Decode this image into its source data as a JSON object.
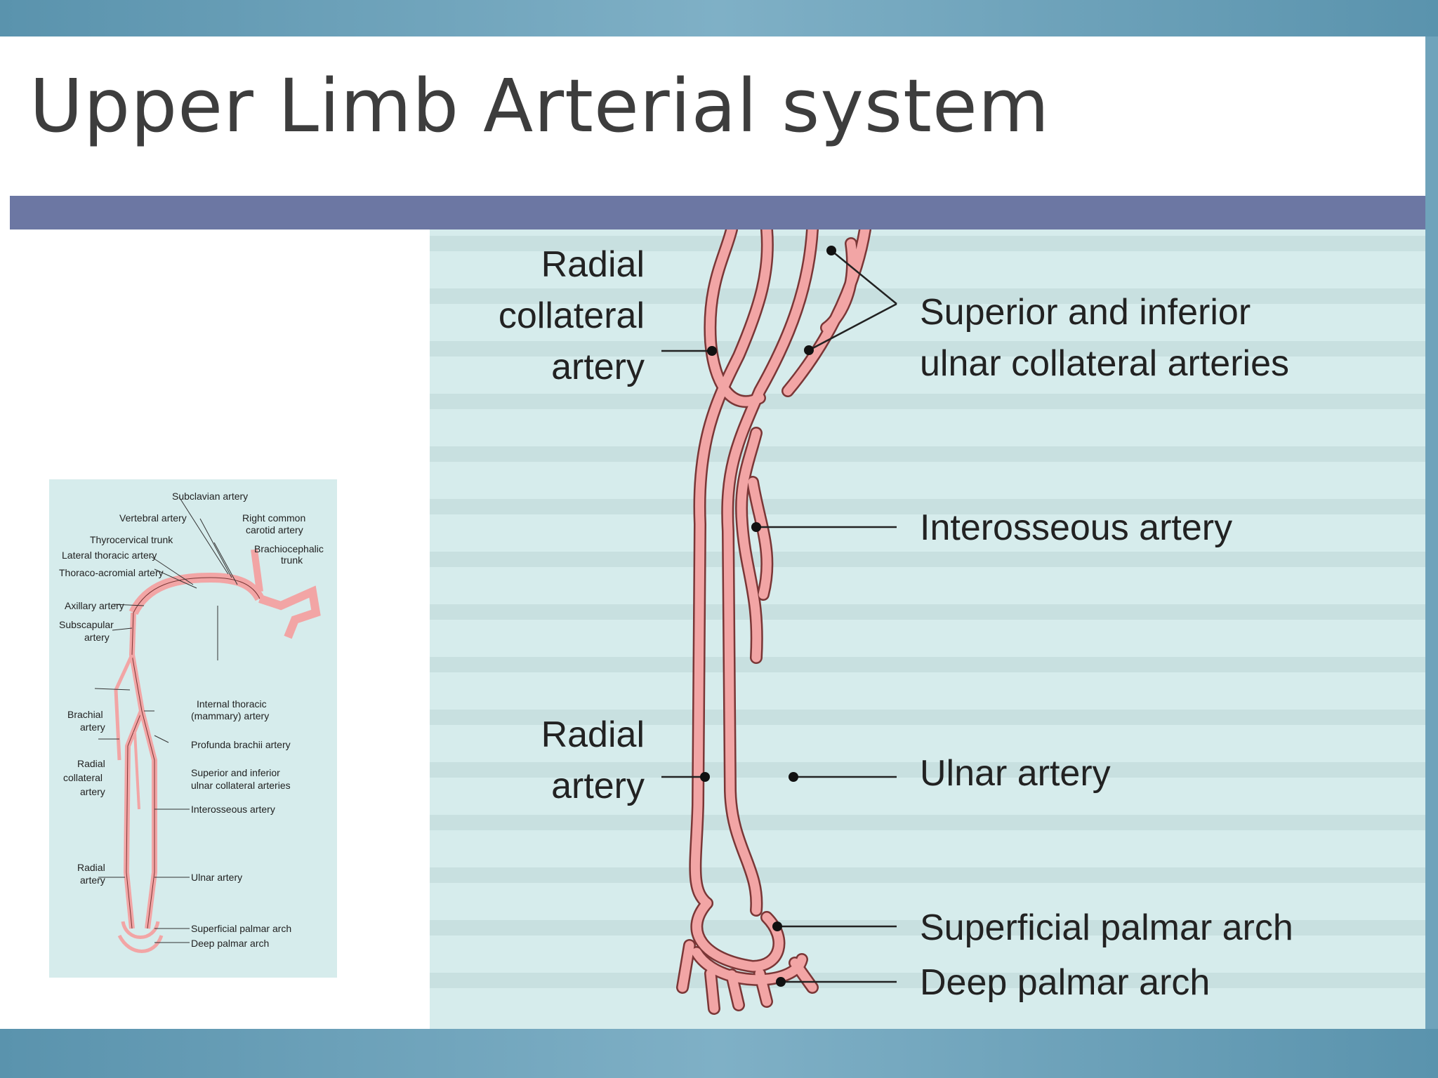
{
  "slide": {
    "title": "Upper Limb Arterial system"
  },
  "small_figure": {
    "labels": {
      "subclavian": "Subclavian artery",
      "vertebral": "Vertebral artery",
      "right_common_carotid_1": "Right common",
      "right_common_carotid_2": "carotid artery",
      "thyrocervical": "Thyrocervical trunk",
      "brachiocephalic_1": "Brachiocephalic",
      "brachiocephalic_2": "trunk",
      "lateral_thoracic": "Lateral thoracic artery",
      "thoraco_acromial": "Thoraco-acromial artery",
      "axillary": "Axillary artery",
      "subscapular_1": "Subscapular",
      "subscapular_2": "artery",
      "internal_thoracic_1": "Internal thoracic",
      "internal_thoracic_2": "(mammary) artery",
      "brachial_1": "Brachial",
      "brachial_2": "artery",
      "profunda": "Profunda brachii artery",
      "radial_collateral_1": "Radial",
      "radial_collateral_2": "collateral",
      "radial_collateral_3": "artery",
      "sup_inf_ulnar_1": "Superior and inferior",
      "sup_inf_ulnar_2": "ulnar collateral arteries",
      "interosseous": "Interosseous artery",
      "radial_1": "Radial",
      "radial_2": "artery",
      "ulnar": "Ulnar artery",
      "superficial_palmar": "Superficial palmar arch",
      "deep_palmar": "Deep palmar arch"
    }
  },
  "large_figure": {
    "labels": {
      "radial_collateral_1": "Radial",
      "radial_collateral_2": "collateral",
      "radial_collateral_3": "artery",
      "sup_inf_ulnar_1": "Superior and inferior",
      "sup_inf_ulnar_2": "ulnar collateral arteries",
      "interosseous": "Interosseous artery",
      "radial_1": "Radial",
      "radial_2": "artery",
      "ulnar": "Ulnar artery",
      "superficial_palmar": "Superficial palmar arch",
      "deep_palmar": "Deep palmar arch"
    }
  },
  "colors": {
    "artery": "#f2a5a5",
    "artery_outline": "#7a3636",
    "panel_bg": "#d6ecec",
    "header_bar": "#6c77a3"
  }
}
